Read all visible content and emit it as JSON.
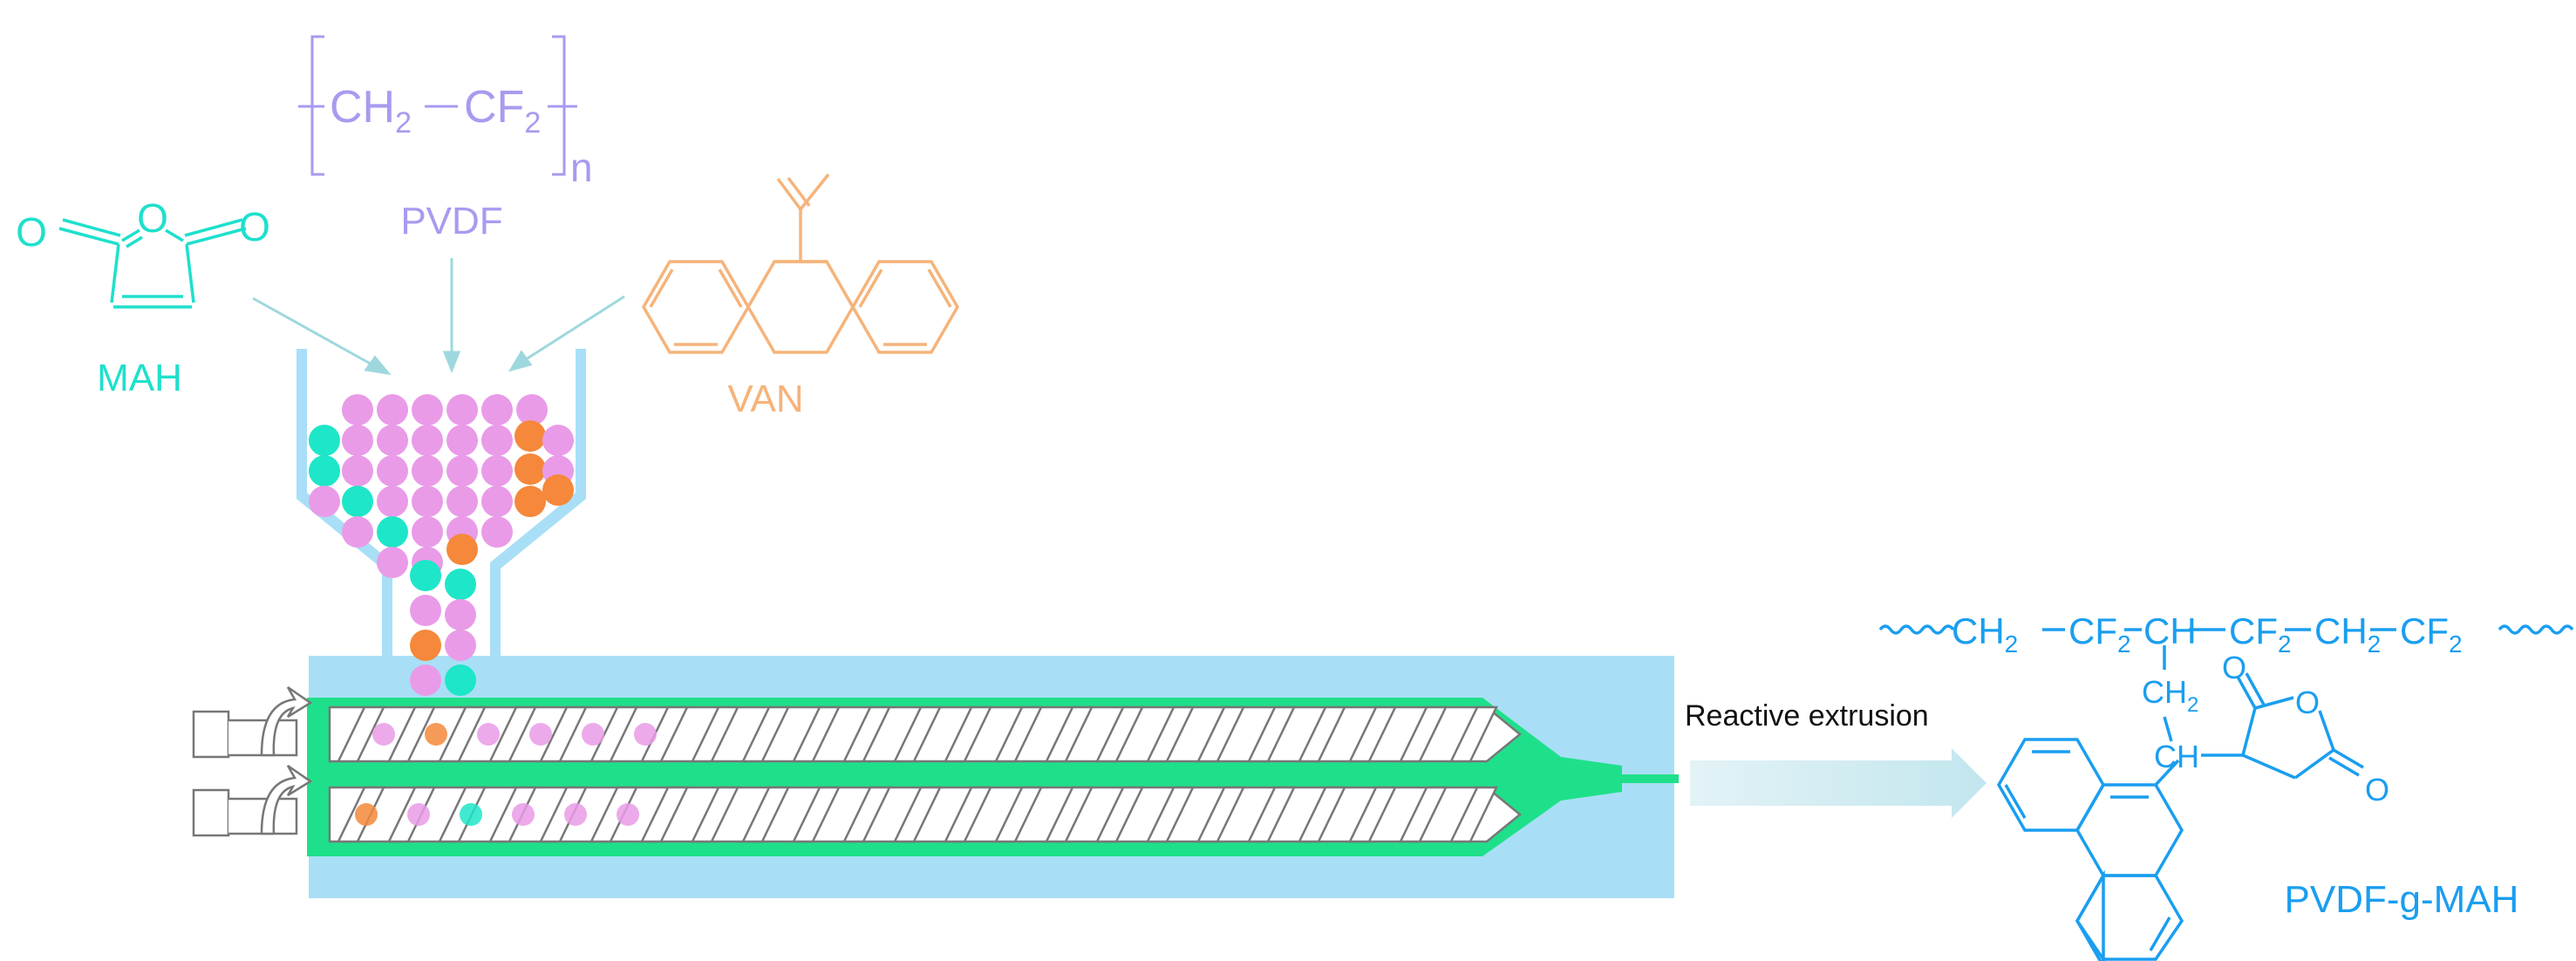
{
  "reactants": {
    "mah": {
      "label": "MAH",
      "color": "#1ee0cc"
    },
    "pvdf": {
      "label": "PVDF",
      "color": "#a99af0",
      "formula": {
        "ch2": "CH",
        "cf2": "CF",
        "sub": "2",
        "repeat": "n"
      }
    },
    "van": {
      "label": "VAN",
      "color": "#f6b37a"
    }
  },
  "hopper": {
    "particle_colors": {
      "mah": "#1ee6c8",
      "pvdf": "#e99be8",
      "van": "#f5883a"
    }
  },
  "extruder": {
    "barrel_color": "#a9dff6",
    "melt_color": "#1fe08a",
    "screw_color": "#ffffff",
    "process_label": "Reactive extrusion"
  },
  "product": {
    "label": "PVDF-g-MAH",
    "color": "#1a9ef0",
    "chain": {
      "ch2": "CH",
      "cf2": "CF",
      "ch": "CH",
      "sub": "2",
      "o": "O"
    }
  }
}
